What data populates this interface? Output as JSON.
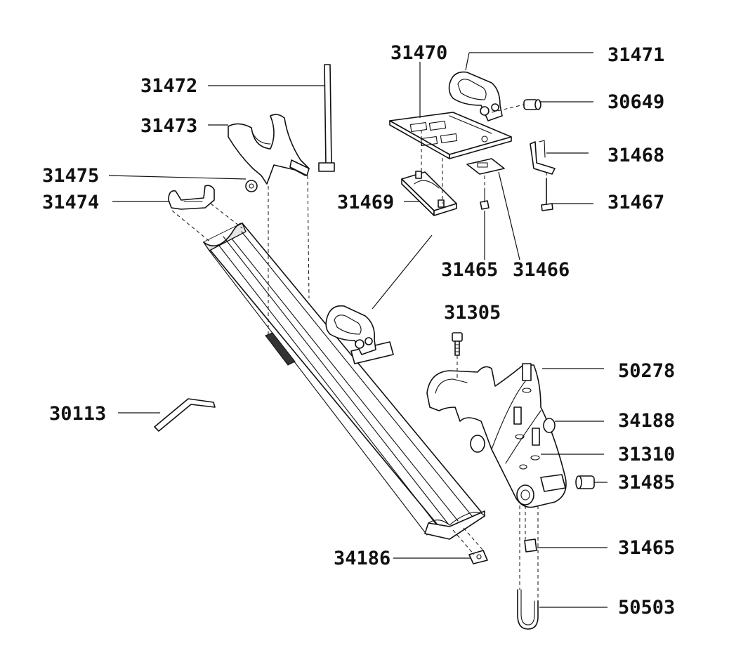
{
  "diagram": {
    "labels": {
      "l31471": "31471",
      "l31470": "31470",
      "l30649": "30649",
      "l31472": "31472",
      "l31473": "31473",
      "l31468": "31468",
      "l31475": "31475",
      "l31474": "31474",
      "l31469": "31469",
      "l31467": "31467",
      "l31465a": "31465",
      "l31466": "31466",
      "l31305": "31305",
      "l50278": "50278",
      "l30113": "30113",
      "l34188": "34188",
      "l31310": "31310",
      "l31485": "31485",
      "l31465b": "31465",
      "l34186": "34186",
      "l50503": "50503"
    }
  }
}
